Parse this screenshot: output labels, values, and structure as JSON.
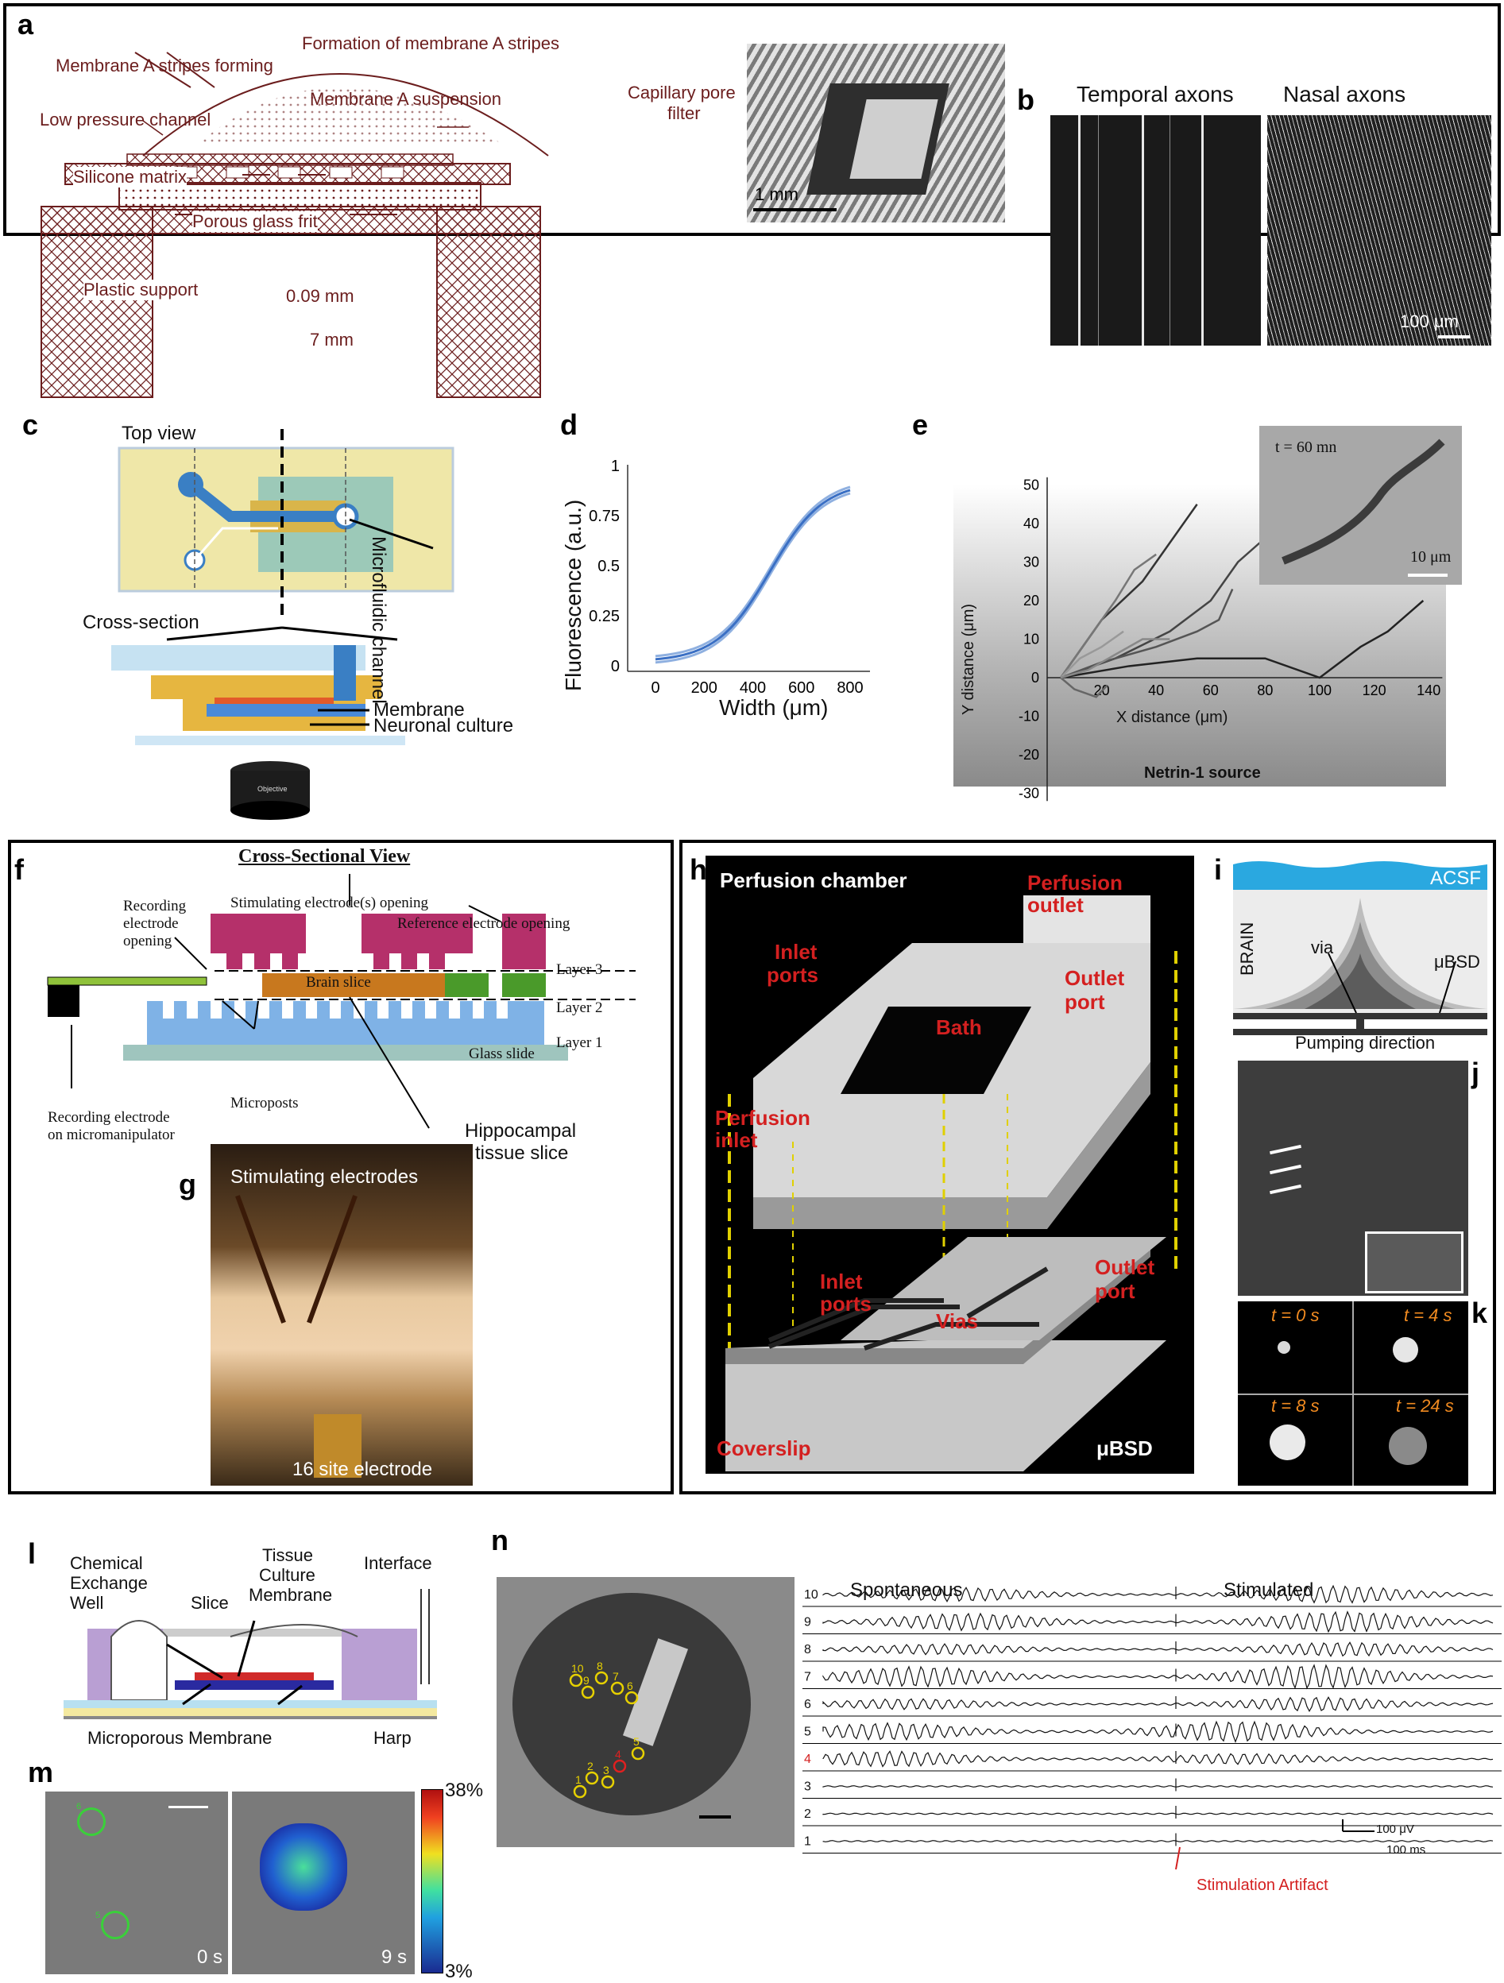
{
  "panels": {
    "a": {
      "label": "a",
      "title": "Formation of membrane A stripes",
      "stripes_forming": "Membrane A stripes forming",
      "suspension": "Membrane A suspension",
      "low_pressure": "Low pressure channel",
      "capillary": "Capillary pore",
      "capillary2": "filter",
      "silicone": "Silicone matrix",
      "frit": "Porous glass frit",
      "plastic": "Plastic support",
      "dim1": "0.09 mm",
      "dim2": "7 mm",
      "scale": "1 mm"
    },
    "b": {
      "label": "b",
      "temporal": "Temporal axons",
      "nasal": "Nasal axons",
      "scale": "100 μm"
    },
    "c": {
      "label": "c",
      "top_view": "Top view",
      "cross_section": "Cross-section",
      "channel": "Microfluidic channel",
      "membrane": "Membrane",
      "culture": "Neuronal culture",
      "objective": "Objective"
    },
    "d": {
      "label": "d",
      "ylabel": "Fluorescence (a.u.)",
      "xlabel": "Width (μm)",
      "xticks": [
        "0",
        "200",
        "400",
        "600",
        "800"
      ],
      "yticks": [
        "0",
        "0.25",
        "0.5",
        "0.75",
        "1"
      ]
    },
    "e": {
      "label": "e",
      "ylabel": "Y distance (μm)",
      "xlabel": "X distance (μm)",
      "source": "Netrin-1 source",
      "time": "t = 60 mn",
      "scale": "10 μm",
      "xticks": [
        "20",
        "40",
        "60",
        "80",
        "100",
        "120",
        "140"
      ],
      "yticks": [
        "50",
        "40",
        "30",
        "20",
        "10",
        "0",
        "-10",
        "-20",
        "-30"
      ]
    },
    "f": {
      "label": "f",
      "title": "Cross-Sectional View",
      "rec_open1": "Recording",
      "rec_open2": "electrode",
      "rec_open3": "opening",
      "stim_open": "Stimulating electrode(s) opening",
      "ref_open": "Reference electrode opening",
      "layer3": "Layer 3",
      "layer2": "Layer 2",
      "layer1": "Layer 1",
      "brain": "Brain slice",
      "glass": "Glass slide",
      "microposts": "Microposts",
      "rec_elec1": "Recording electrode",
      "rec_elec2": "on micromanipulator",
      "hippo1": "Hippocampal",
      "hippo2": "tissue slice"
    },
    "g": {
      "label": "g",
      "stim": "Stimulating electrodes",
      "site": "16 site electrode"
    },
    "h": {
      "label": "h",
      "chamber": "Perfusion chamber",
      "perf_out1": "Perfusion",
      "perf_out2": "outlet",
      "inlet1": "Inlet",
      "inlet2": "ports",
      "outlet1": "Outlet",
      "outlet2": "port",
      "bath": "Bath",
      "perf_in1": "Perfusion",
      "perf_in2": "inlet",
      "inlet_b1": "Inlet",
      "inlet_b2": "ports",
      "vias": "Vias",
      "outlet_b1": "Outlet",
      "outlet_b2": "port",
      "coverslip": "Coverslip",
      "bsd": "μBSD"
    },
    "i": {
      "label": "i",
      "acsf": "ACSF",
      "brain": "BRAIN",
      "via": "via",
      "bsd": "μBSD",
      "pumping": "Pumping direction"
    },
    "j": {
      "label": "j"
    },
    "k": {
      "label": "k",
      "t0": "t = 0 s",
      "t4": "t = 4 s",
      "t8": "t = 8 s",
      "t24": "t = 24 s"
    },
    "l": {
      "label": "l",
      "chem1": "Chemical",
      "chem2": "Exchange",
      "chem3": "Well",
      "tissue1": "Tissue",
      "tissue2": "Culture",
      "tissue3": "Membrane",
      "interface": "Interface",
      "slice": "Slice",
      "micro": "Microporous Membrane",
      "harp": "Harp"
    },
    "m": {
      "label": "m",
      "t0": "0 s",
      "t9": "9 s",
      "cmax": "38%",
      "cmin": "3%",
      "roi6": "6",
      "roi5": "5"
    },
    "n": {
      "label": "n",
      "spont": "Spontaneous",
      "stim": "Stimulated",
      "artifact": "Stimulation Artifact",
      "scale_v": "100 μV",
      "scale_t": "100 ms",
      "electrodes": [
        "10",
        "9",
        "8",
        "7",
        "6",
        "5",
        "4",
        "3",
        "2",
        "1"
      ]
    }
  },
  "colors": {
    "maroon": "#6b1d1d",
    "red_label": "#d42020",
    "curve_blue": "#3a6fc4",
    "layer3": "#b5306a",
    "layer2": "#c8781e",
    "layer1": "#7fb2e6",
    "green": "#4a9a2a",
    "acsf": "#2aa8e0"
  }
}
